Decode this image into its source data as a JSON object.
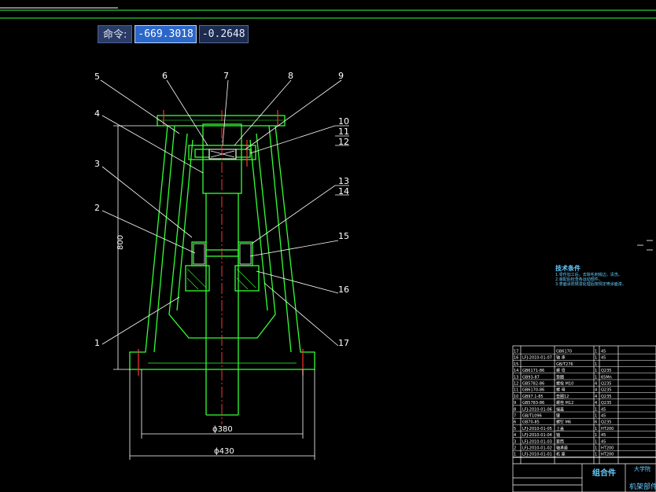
{
  "command": {
    "label": "命令:",
    "x_value": "-669.3018",
    "y_value": "-0.2648"
  },
  "callouts": [
    "1",
    "2",
    "3",
    "4",
    "5",
    "6",
    "7",
    "8",
    "9",
    "10",
    "11",
    "12",
    "13",
    "14",
    "15",
    "16",
    "17"
  ],
  "dimensions": {
    "height": "800",
    "inner_diameter": "ϕ380",
    "outer_diameter": "ϕ430"
  },
  "tech_requirements": {
    "title": "技术条件",
    "lines": [
      "1.零件加工后，去除毛刺锐边，清洗。",
      "2.装配后检查各运动部件。",
      "3.表面涂防锈漆处理后按规定喷涂面漆。"
    ]
  },
  "title_block": {
    "name": "组合件",
    "company": "大学院",
    "drawing_title": "机架部件"
  },
  "parts_rows": [
    [
      "17",
      "",
      "GB6170",
      "1",
      "45",
      ""
    ],
    [
      "16",
      "LFJ-2010-01-07",
      "轴 承",
      "1",
      "45",
      ""
    ],
    [
      "15",
      "",
      "GB/T276",
      "1",
      "",
      ""
    ],
    [
      "14",
      "GB6171-86",
      "螺 母",
      "1",
      "Q235",
      ""
    ],
    [
      "13",
      "GB93-87",
      "垫圈",
      "1",
      "65Mn",
      ""
    ],
    [
      "12",
      "GB5782-86",
      "螺栓 M10",
      "4",
      "Q235",
      ""
    ],
    [
      "11",
      "GB6170-86",
      "螺 母",
      "4",
      "Q235",
      ""
    ],
    [
      "10",
      "GB97.1-85",
      "垫圈12",
      "4",
      "Q235",
      ""
    ],
    [
      "9",
      "GB5783-86",
      "螺栓 M12",
      "4",
      "Q235",
      ""
    ],
    [
      "8",
      "LFJ-2010-01-06",
      "端盖",
      "1",
      "45",
      ""
    ],
    [
      "7",
      "GB/T1096",
      "键",
      "1",
      "45",
      ""
    ],
    [
      "6",
      "GB70-85",
      "螺钉 M6",
      "6",
      "Q235",
      ""
    ],
    [
      "5",
      "LFJ-2010-01-05",
      "上盖",
      "1",
      "HT200",
      ""
    ],
    [
      "4",
      "LFJ-2010-01-04",
      "轴",
      "1",
      "45",
      ""
    ],
    [
      "3",
      "LFJ-2010-01-03",
      "套筒",
      "1",
      "45",
      ""
    ],
    [
      "2",
      "LFJ-2010-01-02",
      "轴承座",
      "1",
      "HT200",
      ""
    ],
    [
      "1",
      "LFJ-2010-01-01",
      "机 座",
      "1",
      "HT200",
      ""
    ]
  ]
}
